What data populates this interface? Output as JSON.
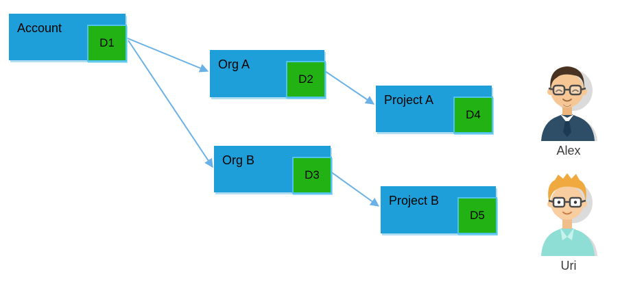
{
  "nodes": {
    "account": {
      "label": "Account",
      "badge": "D1"
    },
    "org_a": {
      "label": "Org A",
      "badge": "D2"
    },
    "org_b": {
      "label": "Org B",
      "badge": "D3"
    },
    "project_a": {
      "label": "Project A",
      "badge": "D4"
    },
    "project_b": {
      "label": "Project B",
      "badge": "D5"
    }
  },
  "edges": [
    {
      "from": "Account",
      "to": "Org A"
    },
    {
      "from": "Account",
      "to": "Org B"
    },
    {
      "from": "Org A",
      "to": "Project A"
    },
    {
      "from": "Org B",
      "to": "Project B"
    }
  ],
  "users": [
    {
      "name": "Alex"
    },
    {
      "name": "Uri"
    }
  ],
  "colors": {
    "node_fill": "#1E9FD9",
    "badge_fill": "#22B214",
    "badge_border": "#4FC2EE",
    "arrow": "#69B1E6"
  }
}
